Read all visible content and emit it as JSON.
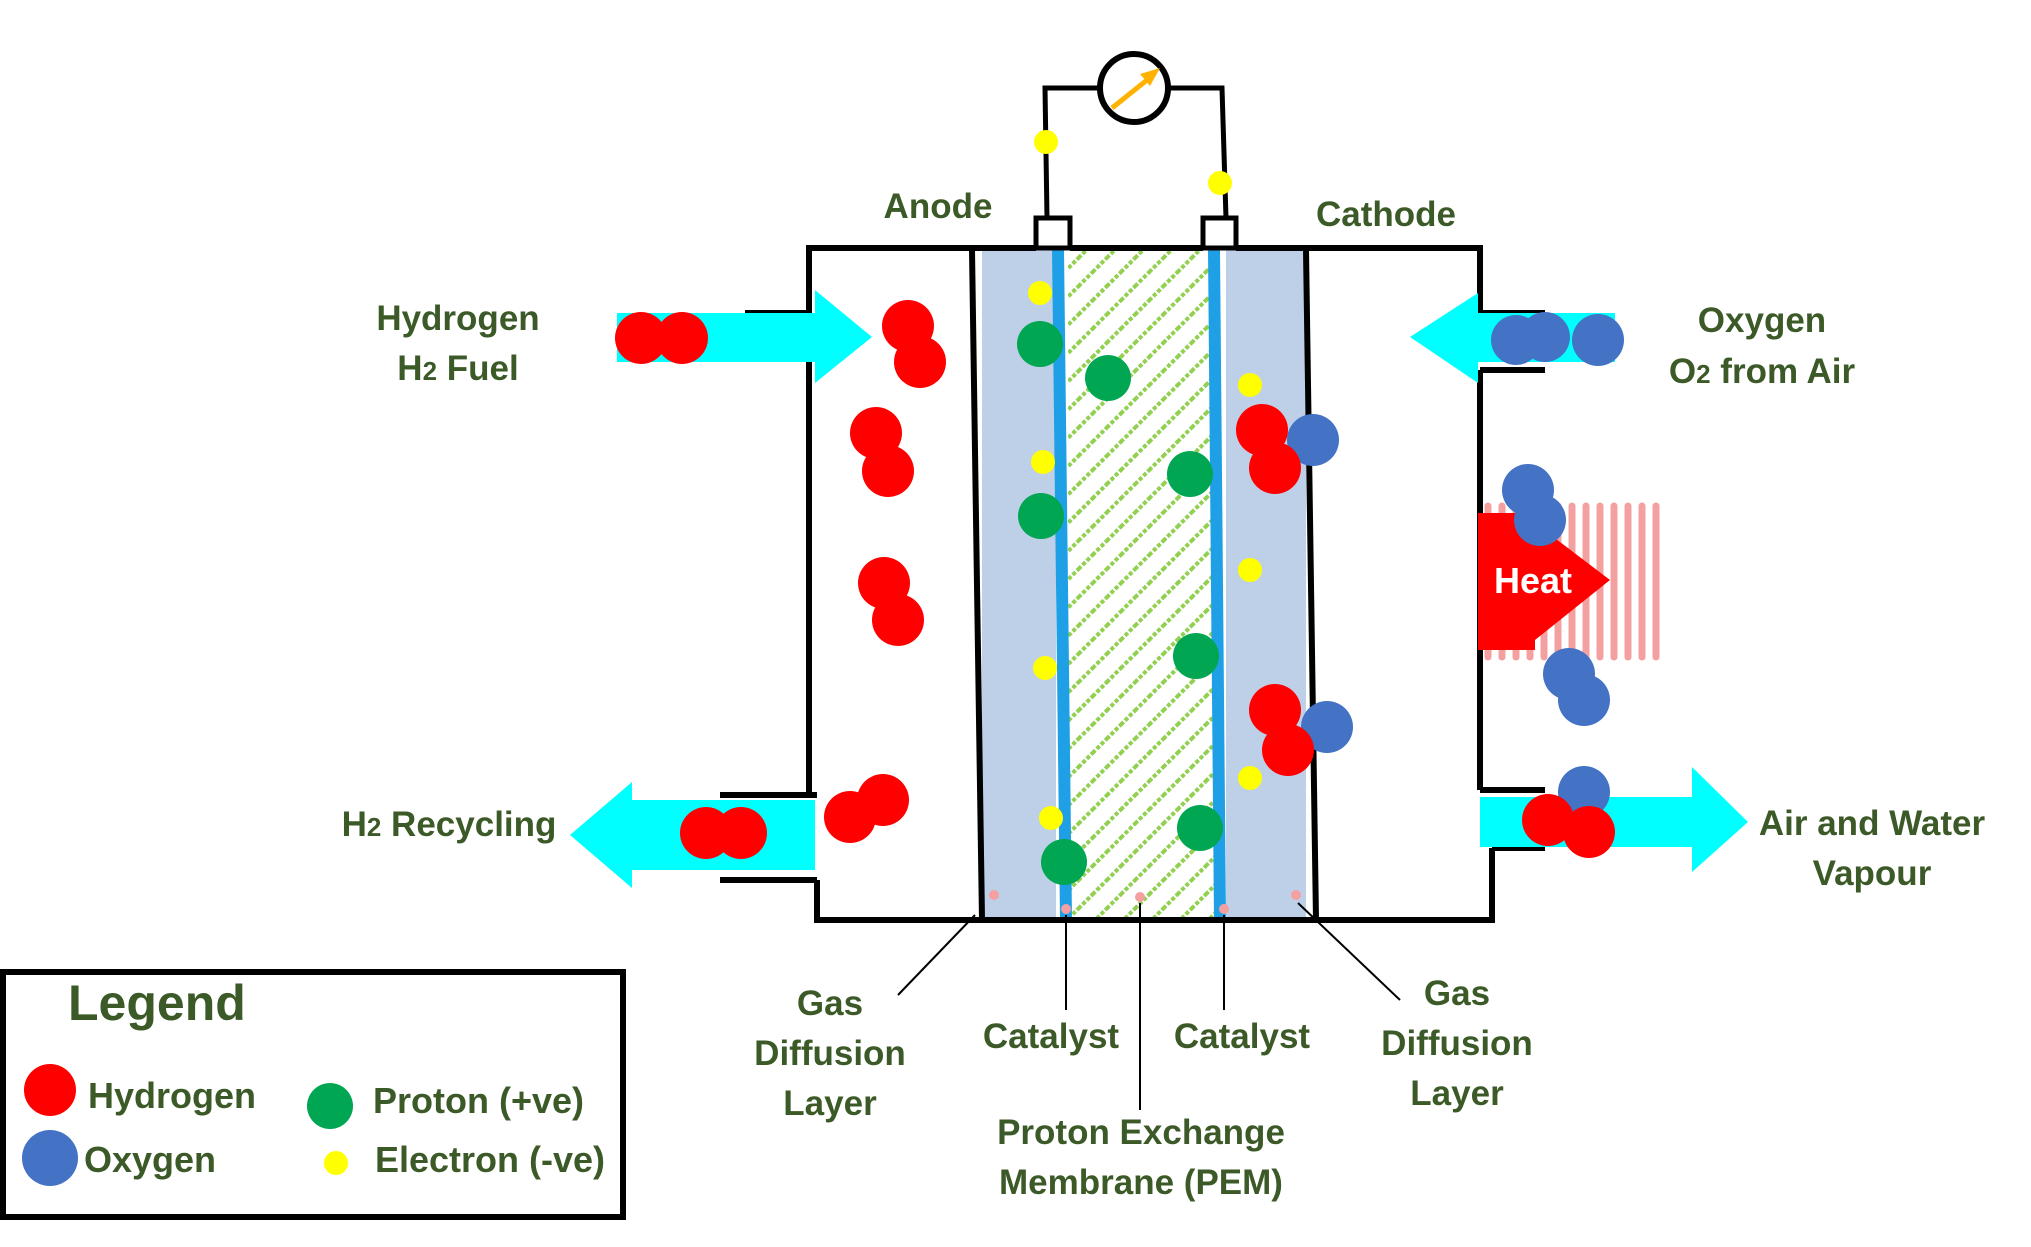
{
  "labels": {
    "anode": "Anode",
    "cathode": "Cathode",
    "hydrogen_inlet_line1": "Hydrogen",
    "hydrogen_inlet_line2_prefix": "H",
    "hydrogen_inlet_line2_sub": "2",
    "hydrogen_inlet_line2_suffix": " Fuel",
    "oxygen_inlet_line1": "Oxygen",
    "oxygen_inlet_line2_prefix": "O",
    "oxygen_inlet_line2_sub": "2",
    "oxygen_inlet_line2_suffix": " from Air",
    "recycling_prefix": "H",
    "recycling_sub": "2",
    "recycling_suffix": " Recycling",
    "outlet_line1": "Air and Water",
    "outlet_line2": "Vapour",
    "heat": "Heat",
    "gdl_left_line1": "Gas",
    "gdl_left_line2": "Diffusion",
    "gdl_left_line3": "Layer",
    "gdl_right_line1": "Gas",
    "gdl_right_line2": "Diffusion",
    "gdl_right_line3": "Layer",
    "catalyst_left": "Catalyst",
    "catalyst_right": "Catalyst",
    "pem_line1": "Proton Exchange",
    "pem_line2": "Membrane (PEM)"
  },
  "legend": {
    "title": "Legend",
    "items": [
      {
        "label": "Hydrogen",
        "color": "#ff0000"
      },
      {
        "label": "Oxygen",
        "color": "#4472c4"
      },
      {
        "label": "Proton (+ve)",
        "color": "#00a651"
      },
      {
        "label": "Electron (-ve)",
        "color": "#ffff00"
      }
    ]
  },
  "colors": {
    "hydrogen": "#ff0000",
    "oxygen": "#4472c4",
    "proton": "#00a651",
    "electron": "#ffff00",
    "gas_diffusion_layer": "#bdd0e8",
    "catalyst": "#1fa0e6",
    "membrane_hatch": "#92d050",
    "flow_arrow": "#00ffff",
    "heat": "#ff0000",
    "heat_fins": "#f4a0a0",
    "label_text": "#3c5a28"
  },
  "icons": {
    "meter": "ammeter-gauge-icon"
  }
}
